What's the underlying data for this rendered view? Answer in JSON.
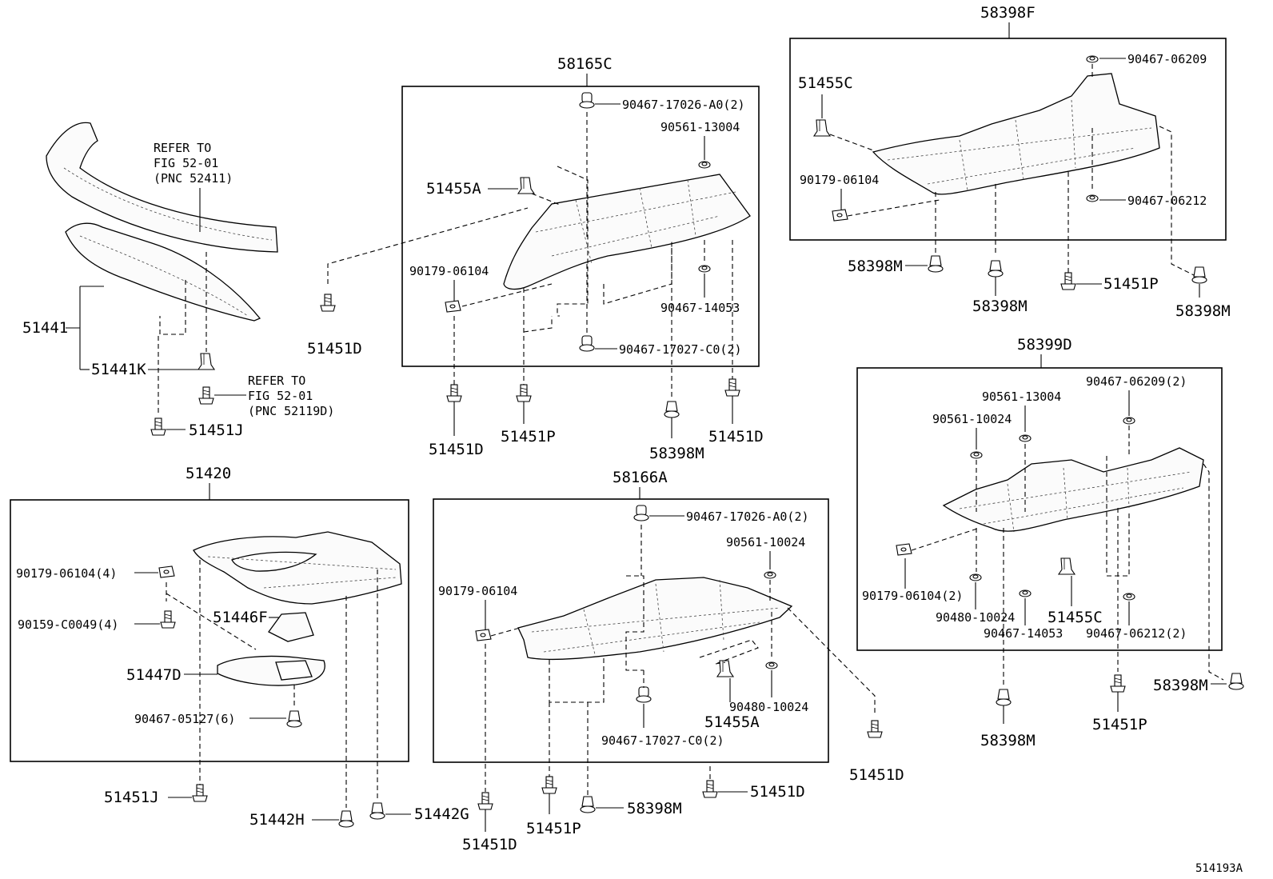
{
  "figure_id": "514193A",
  "groups": {
    "g58165C": {
      "title": "58165C"
    },
    "g58398F": {
      "title": "58398F"
    },
    "g58399D": {
      "title": "58399D"
    },
    "g51420": {
      "title": "51420"
    },
    "g58166A": {
      "title": "58166A"
    }
  },
  "references": {
    "ref1": [
      "REFER TO",
      "FIG 52-01",
      "(PNC 52411)"
    ],
    "ref2": [
      "REFER TO",
      "FIG 52-01",
      "(PNC 52119D)"
    ]
  },
  "labels": {
    "p51441": "51441",
    "p51441K": "51441K",
    "p51451J_a": "51451J",
    "p51451D_a": "51451D",
    "c_90467_17026_A0": "90467-17026-A0(2)",
    "c_90561_13004": "90561-13004",
    "c_51455A": "51455A",
    "c_90179_06104": "90179-06104",
    "c_90467_14053": "90467-14053",
    "c_90467_17027_C0": "90467-17027-C0(2)",
    "b_51451D_1": "51451D",
    "b_51451P_1": "51451P",
    "b_58398M_1": "58398M",
    "b_51451D_2": "51451D",
    "f_90467_06209": "90467-06209",
    "f_51455C": "51455C",
    "f_90179_06104": "90179-06104",
    "f_90467_06212": "90467-06212",
    "f_58398M_1": "58398M",
    "f_58398M_2": "58398M",
    "f_51451P": "51451P",
    "f_58398M_3": "58398M",
    "d_90467_06209": "90467-06209(2)",
    "d_90561_13004": "90561-13004",
    "d_90561_10024": "90561-10024",
    "d_90179_06104": "90179-06104(2)",
    "d_90480_10024": "90480-10024",
    "d_51455C": "51455C",
    "d_90467_14053": "90467-14053",
    "d_90467_06212": "90467-06212(2)",
    "d_58398M_side": "58398M",
    "d_58398M_bot": "58398M",
    "d_51451P_bot": "51451P",
    "l_90179_06104": "90179-06104(4)",
    "l_90159_C0049": "90159-C0049(4)",
    "l_51446F": "51446F",
    "l_51447D": "51447D",
    "l_90467_05127": "90467-05127(6)",
    "l_51451J": "51451J",
    "l_51442H": "51442H",
    "l_51442G": "51442G",
    "m_90467_17026_A0": "90467-17026-A0(2)",
    "m_90561_10024": "90561-10024",
    "m_90179_06104": "90179-06104",
    "m_90480_10024": "90480-10024",
    "m_51455A": "51455A",
    "m_90467_17027_C0": "90467-17027-C0(2)",
    "m_51451D_side": "51451D",
    "m_51451D_bot": "51451D",
    "m_51451P_bot": "51451P",
    "m_58398M_bot": "58398M",
    "m_51451D_right": "51451D"
  }
}
